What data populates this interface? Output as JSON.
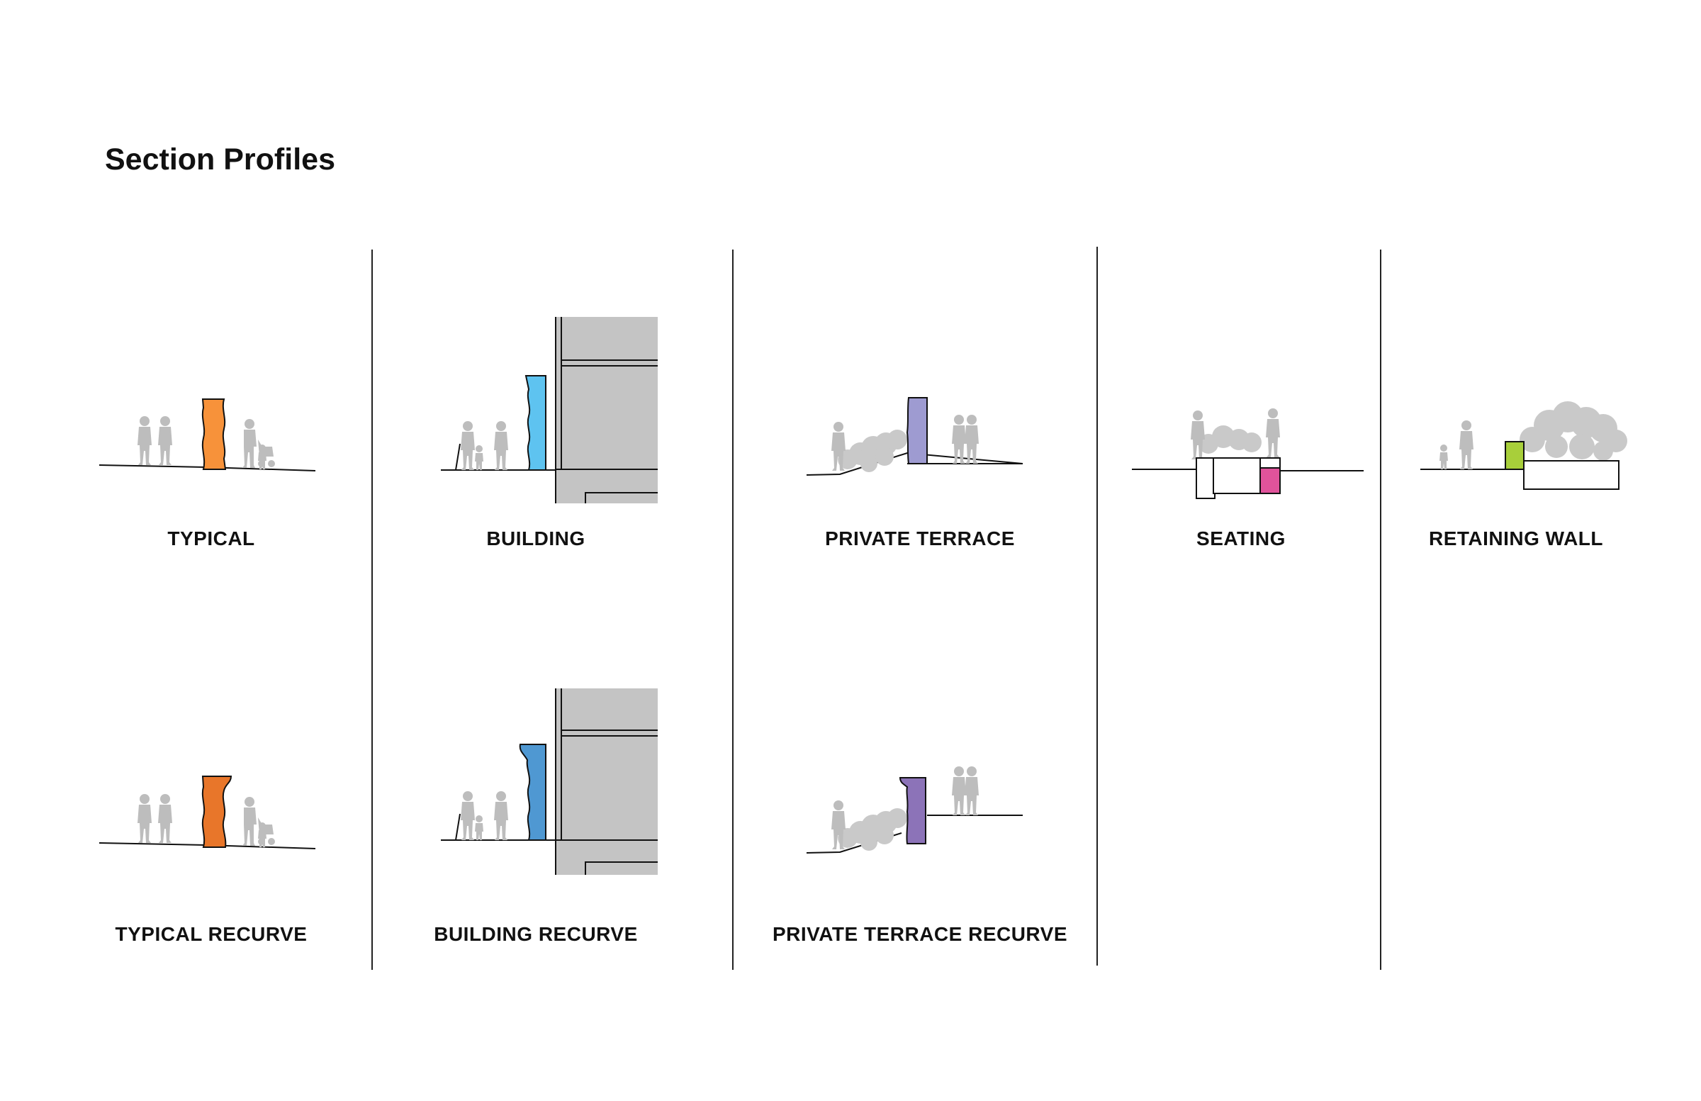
{
  "title": "Section Profiles",
  "colors": {
    "typical": "#f7923a",
    "typical_recurve": "#e8762a",
    "building": "#5ec3f0",
    "building_recurve": "#4f98d2",
    "private_terrace": "#9e9bd1",
    "private_terrace_recurve": "#8c73b8",
    "seating": "#e0539b",
    "retaining_wall": "#a8cf3a",
    "people": "#bdbdbd",
    "building_fill": "#c4c4c4"
  },
  "profiles": [
    {
      "key": "typical",
      "label": "TYPICAL"
    },
    {
      "key": "building",
      "label": "BUILDING"
    },
    {
      "key": "private_terrace",
      "label": "PRIVATE TERRACE"
    },
    {
      "key": "seating",
      "label": "SEATING"
    },
    {
      "key": "retaining_wall",
      "label": "RETAINING WALL"
    },
    {
      "key": "typical_recurve",
      "label": "TYPICAL RECURVE"
    },
    {
      "key": "building_recurve",
      "label": "BUILDING RECURVE"
    },
    {
      "key": "private_terrace_recurve",
      "label": "PRIVATE TERRACE RECURVE"
    }
  ]
}
